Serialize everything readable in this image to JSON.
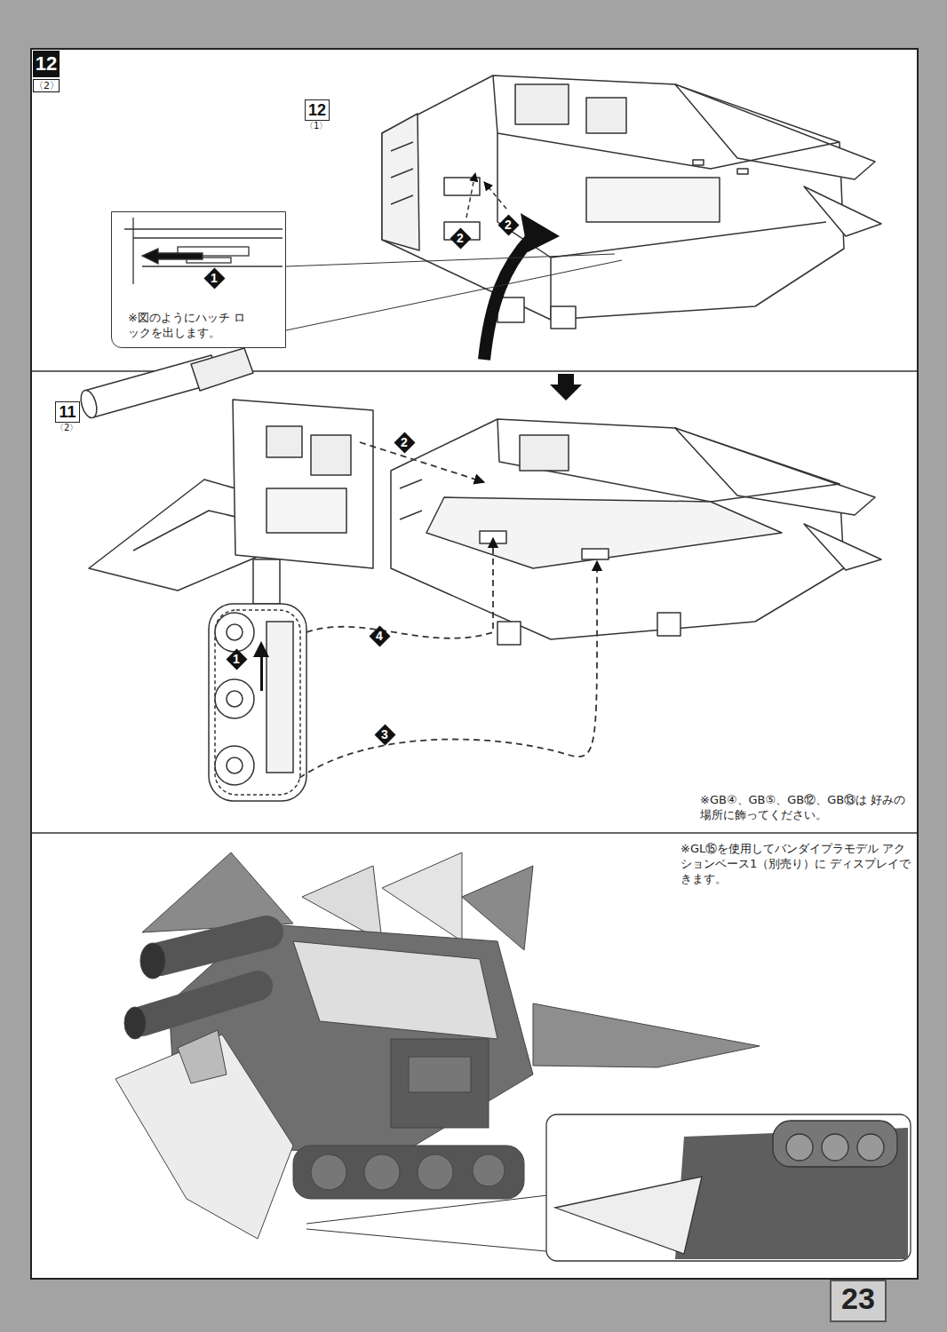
{
  "diagram": {
    "nodes": [
      {
        "text": [
          "12",
          "〈2〉"
        ]
      },
      {
        "text": [
          "※図のようにハッチ ロックを出します。"
        ]
      },
      {
        "text": [
          "12",
          "〈1〉"
        ]
      },
      {
        "text": [
          "11",
          "〈2〉"
        ]
      },
      {
        "text": [
          "23"
        ]
      }
    ],
    "labels": [
      "1",
      "2",
      "2",
      "2",
      "1",
      "4",
      "3",
      "※GB④、GB⑤、GB⑫、GB⑬は 好みの場所に飾ってください。",
      "※GL⑮を使用してバンダイプラモデル アクションベース1（別売り）に ディスプレイできます。"
    ]
  }
}
